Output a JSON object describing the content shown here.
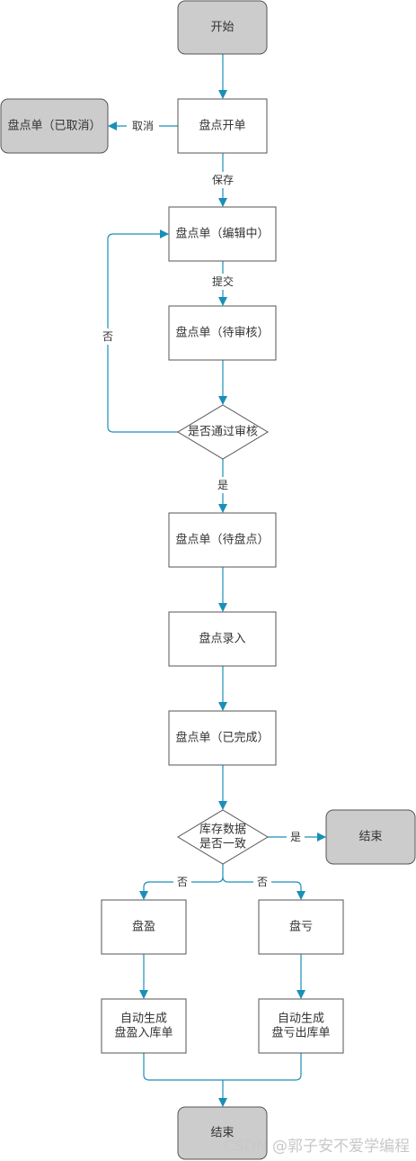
{
  "nodes": {
    "start": "开始",
    "open_order": "盘点开单",
    "cancelled": "盘点单（已取消）",
    "editing": "盘点单（编辑中）",
    "pending_review": "盘点单（待审核）",
    "review_decision": "是否通过审核",
    "pending_count": "盘点单（待盘点）",
    "count_entry": "盘点录入",
    "completed": "盘点单（已完成）",
    "consistency_line1": "库存数据",
    "consistency_line2": "是否一致",
    "end_right": "结束",
    "surplus": "盘盈",
    "deficit": "盘亏",
    "auto_in_line1": "自动生成",
    "auto_in_line2": "盘盈入库单",
    "auto_out_line1": "自动生成",
    "auto_out_line2": "盘亏出库单",
    "end_bottom": "结束"
  },
  "edges": {
    "cancel": "取消",
    "save": "保存",
    "submit": "提交",
    "review_no": "否",
    "review_yes": "是",
    "consistent_yes": "是",
    "inconsistent_left": "否",
    "inconsistent_right": "否"
  },
  "watermark": "CSDN @郭子安不爱学编程",
  "colors": {
    "arrow": "#1a8fb8",
    "terminal_fill": "#cccccc",
    "box_stroke": "#555555",
    "text": "#333333"
  }
}
